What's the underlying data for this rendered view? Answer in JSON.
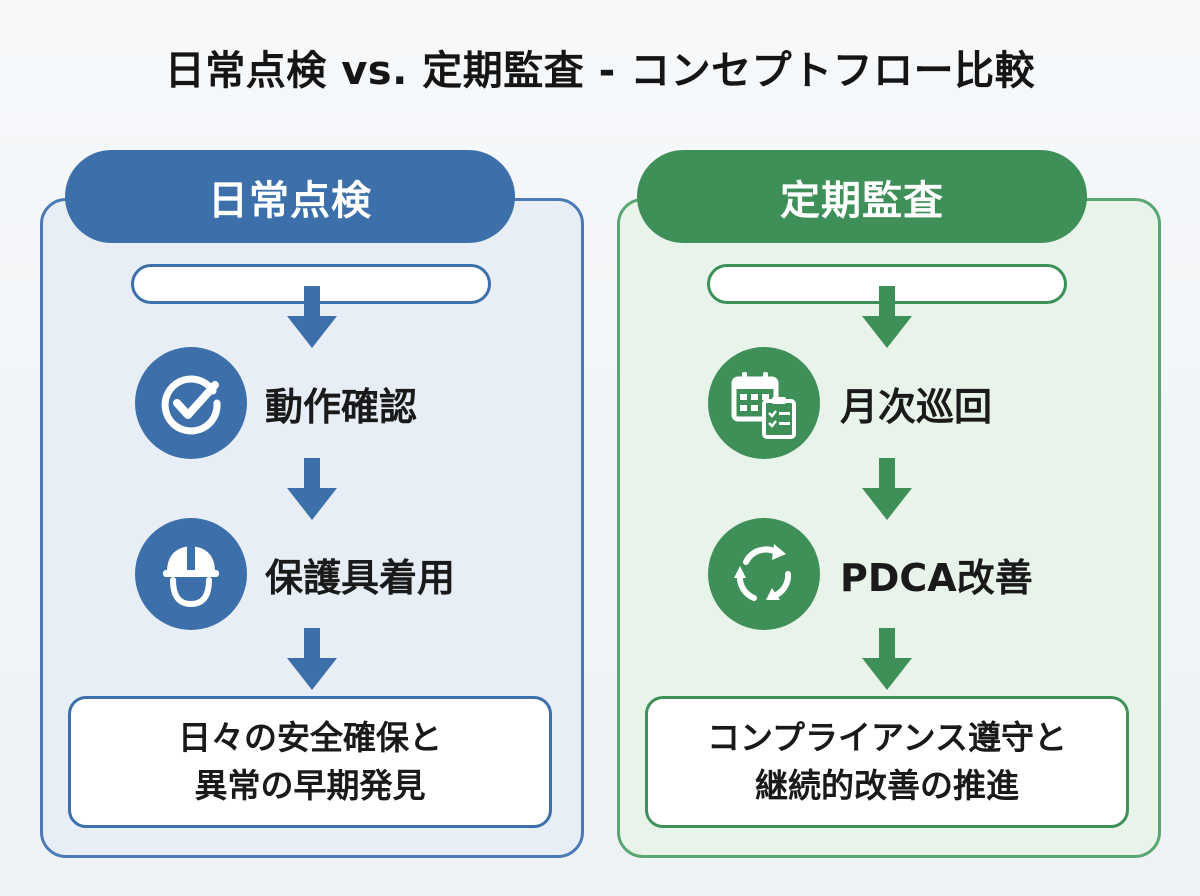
{
  "title": "日常点検 vs. 定期監査 - コンセプトフロー比較",
  "colors": {
    "blue": "#3d6fab",
    "green": "#3e8f58"
  },
  "left": {
    "header": "日常点検",
    "steps": [
      {
        "icon": "check-circle-icon",
        "label": "動作確認"
      },
      {
        "icon": "hard-hat-worker-icon",
        "label": "保護具着用"
      }
    ],
    "result_lines": [
      "日々の安全確保と",
      "異常の早期発見"
    ]
  },
  "right": {
    "header": "定期監査",
    "steps": [
      {
        "icon": "calendar-checklist-icon",
        "label": "月次巡回"
      },
      {
        "icon": "cycle-arrows-icon",
        "label": "PDCA改善"
      }
    ],
    "result_lines": [
      "コンプライアンス遵守と",
      "継続的改善の推進"
    ]
  }
}
